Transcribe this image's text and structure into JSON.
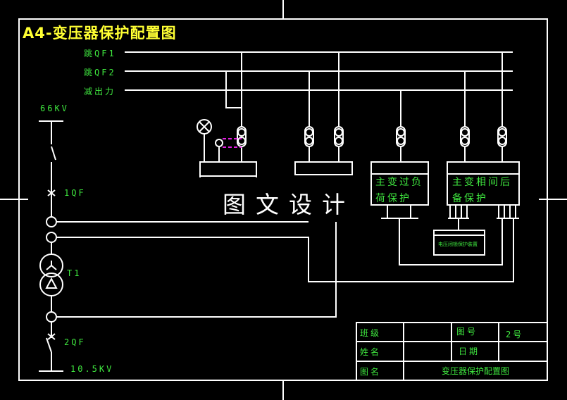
{
  "title": "A4-变压器保护配置图",
  "bus_labels": [
    "跳QF1",
    "跳QF2",
    "减出力"
  ],
  "voltage_high": "66KV",
  "voltage_low": "10.5KV",
  "breaker_1": "1QF",
  "breaker_2": "2QF",
  "transformer": "T1",
  "relays": {
    "overload": [
      "主变过负",
      "荷保护"
    ],
    "backup": [
      "主变相间后",
      "备保护"
    ],
    "small_box": "电压闭锁保护装置"
  },
  "watermark": "图文设计",
  "title_block": {
    "class_label": "班级",
    "drawing_no_label": "图号",
    "drawing_no_value": "2号",
    "name_label": "姓名",
    "date_label": "日期",
    "drawing_name_label": "图名",
    "drawing_name_value": "变压器保护配置图"
  },
  "colors": {
    "lines": "#ffffff",
    "labels": "#3fe83f",
    "title": "#ffff33",
    "dashed": "#e020e0"
  }
}
